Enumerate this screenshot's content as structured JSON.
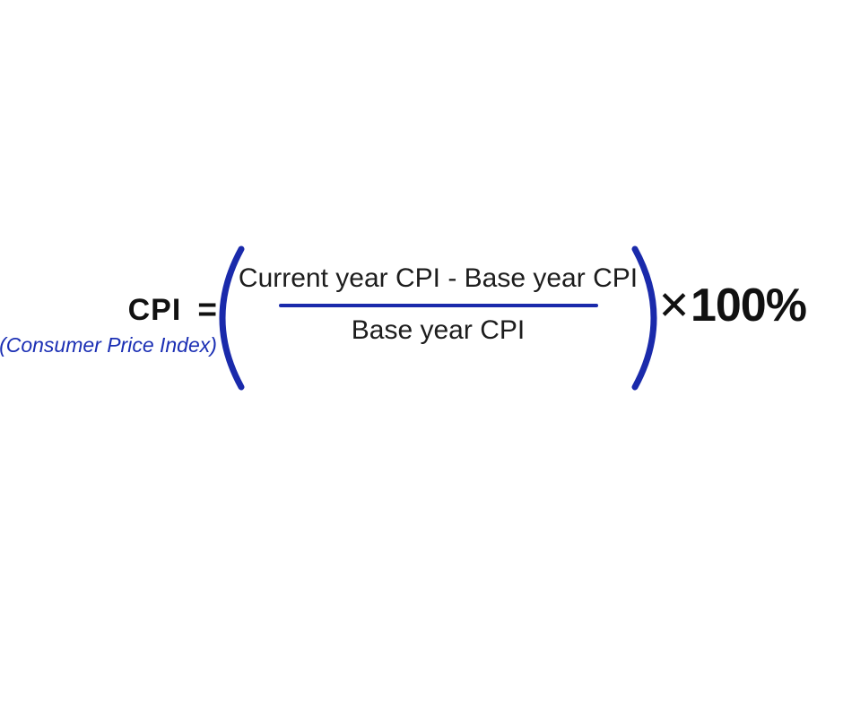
{
  "formula": {
    "lhs": {
      "symbol": "CPI",
      "equals": "=",
      "subtitle": "(Consumer Price Index)"
    },
    "fraction": {
      "numerator": "Current year CPI - Base year CPI",
      "denominator": "Base year CPI"
    },
    "multiplier": {
      "sign": "✕",
      "value": "100%"
    }
  },
  "colors": {
    "accent_blue": "#1a2aab",
    "subtitle_blue": "#1b2fb4",
    "text_black": "#111111"
  }
}
